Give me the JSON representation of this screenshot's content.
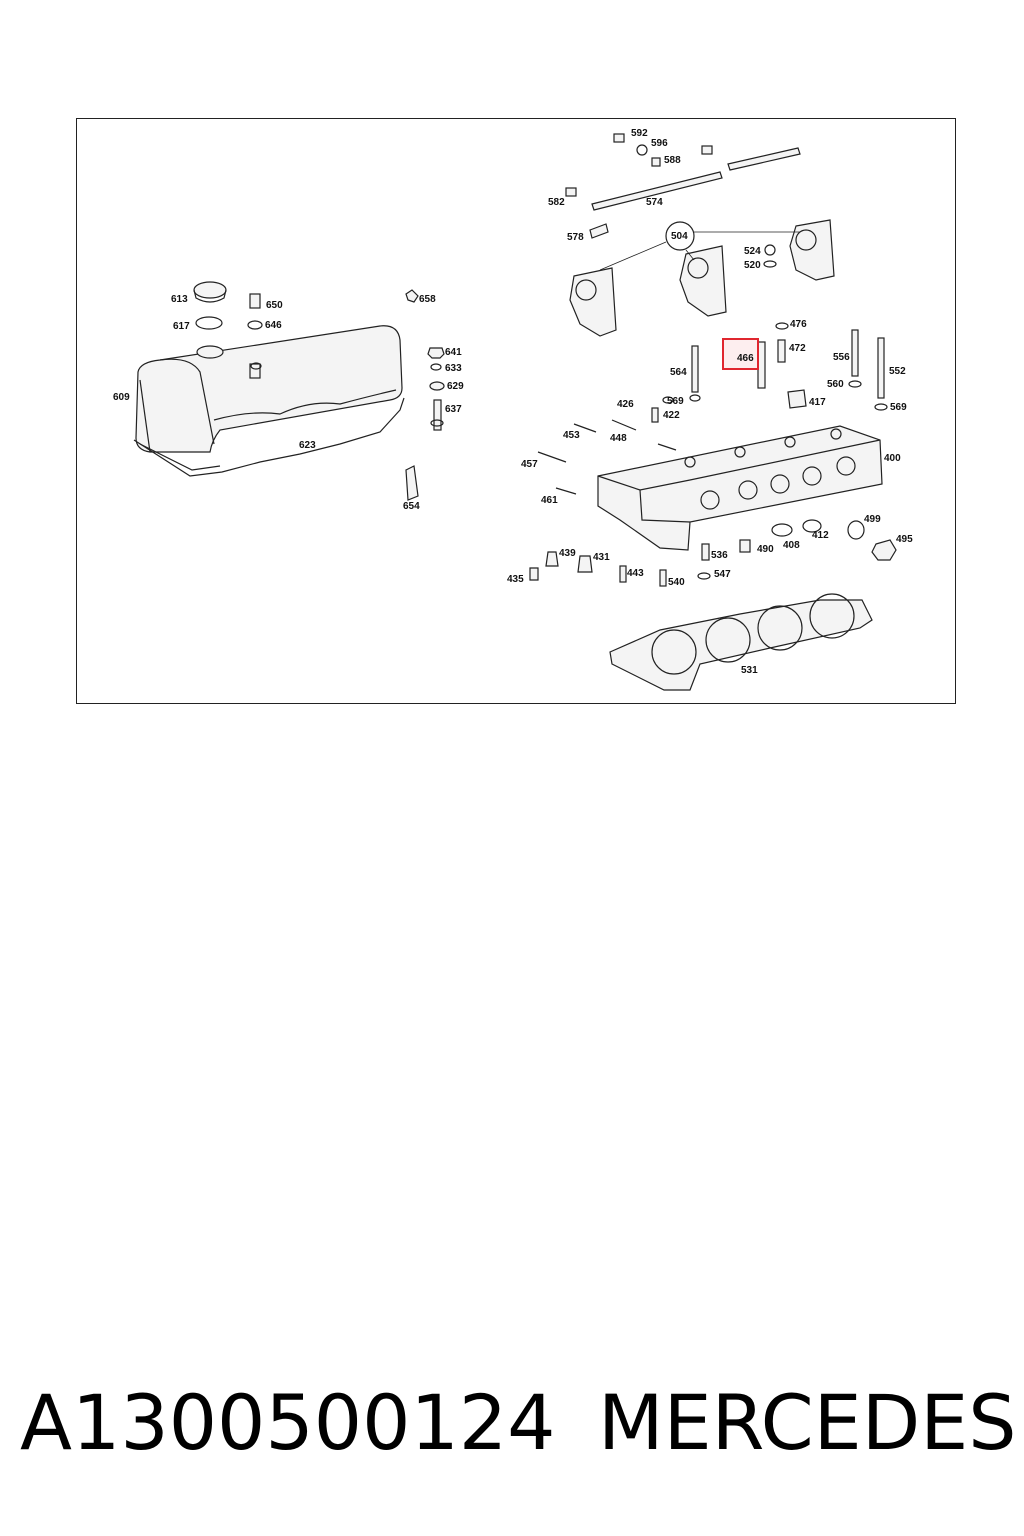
{
  "diagram": {
    "highlight_color": "#e0262f",
    "labels": {
      "l592": "592",
      "l596": "596",
      "l588": "588",
      "l582": "582",
      "l574": "574",
      "l578": "578",
      "l504": "504",
      "l524": "524",
      "l520": "520",
      "l613": "613",
      "l650": "650",
      "l658": "658",
      "l617": "617",
      "l646": "646",
      "l609": "609",
      "l623": "623",
      "l641": "641",
      "l633": "633",
      "l629": "629",
      "l637": "637",
      "l654": "654",
      "l476": "476",
      "l472": "472",
      "l466": "466",
      "l564": "564",
      "l556": "556",
      "l552": "552",
      "l560": "560",
      "l569a": "569",
      "l569b": "569",
      "l417": "417",
      "l426": "426",
      "l422": "422",
      "l453": "453",
      "l448": "448",
      "l457": "457",
      "l461": "461",
      "l400": "400",
      "l499": "499",
      "l495": "495",
      "l412": "412",
      "l408": "408",
      "l490": "490",
      "l536": "536",
      "l439": "439",
      "l431": "431",
      "l435": "435",
      "l443": "443",
      "l540": "540",
      "l547": "547",
      "l531": "531"
    }
  },
  "caption": {
    "part_number": "A1300500124",
    "brand": "MERCEDES"
  }
}
